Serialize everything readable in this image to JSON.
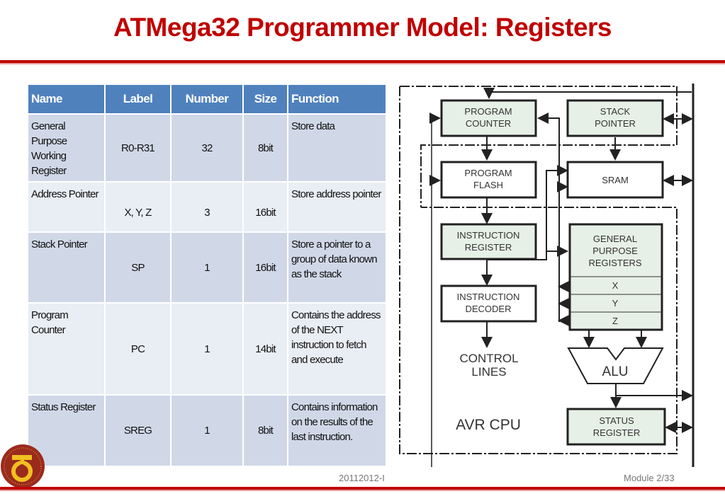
{
  "title": "ATMega32 Programmer Model: Registers",
  "table": {
    "headers": [
      "Name",
      "Label",
      "Number",
      "Size",
      "Function"
    ],
    "rows": [
      {
        "name": "General Purpose Working Register",
        "label": "R0-R31",
        "number": "32",
        "size": "8bit",
        "function": "Store data"
      },
      {
        "name": "Address Pointer",
        "label": "X, Y, Z",
        "number": "3",
        "size": "16bit",
        "function": "Store address pointer"
      },
      {
        "name": "Stack Pointer",
        "label": "SP",
        "number": "1",
        "size": "16bit",
        "function": "Store a pointer to a group of data known as the stack"
      },
      {
        "name": "Program Counter",
        "label": "PC",
        "number": "1",
        "size": "14bit",
        "function": "Contains the address of the NEXT instruction to fetch and execute"
      },
      {
        "name": "Status Register",
        "label": "SREG",
        "number": "1",
        "size": "8bit",
        "function": "Contains information on the results of the last instruction."
      }
    ]
  },
  "diagram": {
    "program_counter": [
      "PROGRAM",
      "COUNTER"
    ],
    "stack_pointer": [
      "STACK",
      "POINTER"
    ],
    "program_flash": [
      "PROGRAM",
      "FLASH"
    ],
    "sram": "SRAM",
    "instruction_register": [
      "INSTRUCTION",
      "REGISTER"
    ],
    "gpr": [
      "GENERAL",
      "PURPOSE",
      "REGISTERS"
    ],
    "x": "X",
    "y": "Y",
    "z": "Z",
    "instruction_decoder": [
      "INSTRUCTION",
      "DECODER"
    ],
    "control_lines": [
      "CONTROL",
      "LINES"
    ],
    "alu": "ALU",
    "avr_cpu": "AVR CPU",
    "status_register": [
      "STATUS",
      "REGISTER"
    ],
    "colors": {
      "register_fill": "#e6f0e6",
      "register_border": "#222222",
      "accent_shadow": "#5a9a7a"
    }
  },
  "footer": {
    "code": "20112012-I",
    "page": "Module 2/33"
  },
  "theme": {
    "title_color": "#c00000",
    "header_color": "#4f81bd",
    "row_dark": "#d0d8e8",
    "row_light": "#e9edf4"
  }
}
